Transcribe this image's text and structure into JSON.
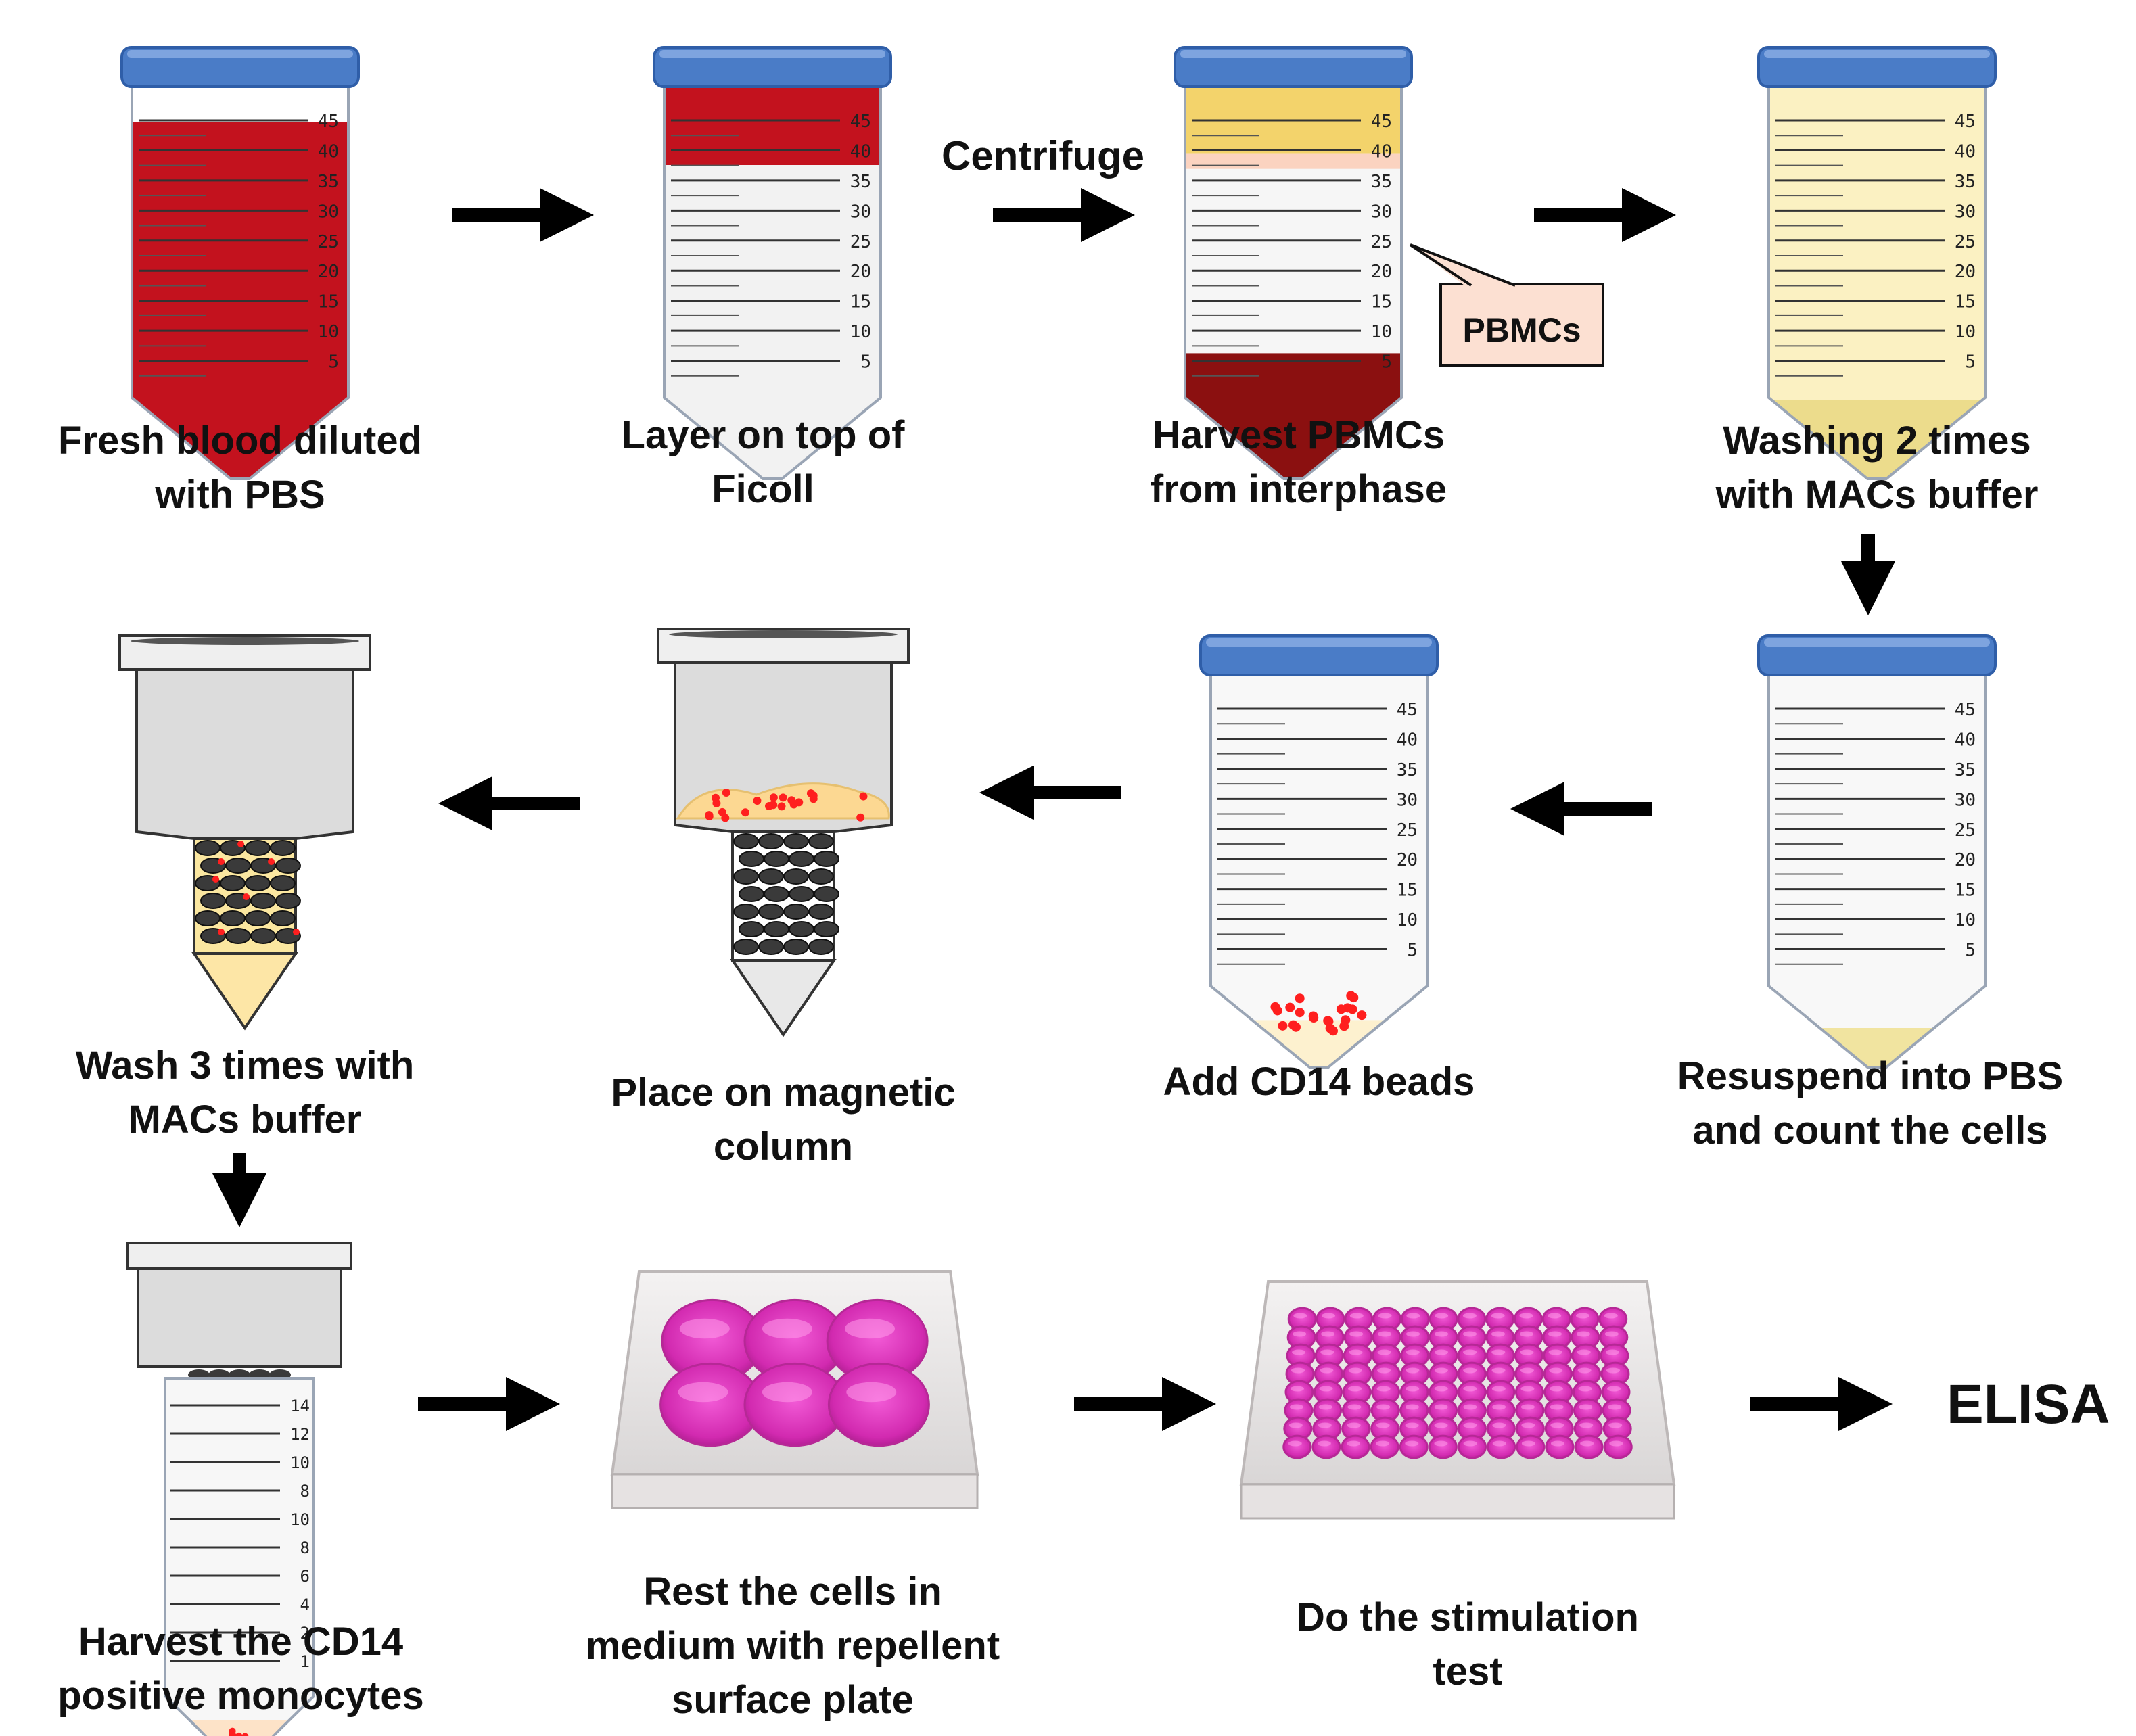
{
  "tube_scale_50ml": [
    "45",
    "40",
    "35",
    "30",
    "25",
    "20",
    "15",
    "10",
    "5"
  ],
  "tube_scale_small": [
    "14",
    "12",
    "10",
    "8",
    "10",
    "8",
    "6",
    "4",
    "2",
    "1"
  ],
  "colors": {
    "cap": "#4a7cc7",
    "blood": "#c3121e",
    "plasma": "#f3d36b",
    "buffer": "#fbf1c2",
    "pellet": "#8b1010",
    "medium": "#e83fc2",
    "bead": "#ff1f1f",
    "arrow": "#000000"
  },
  "steps": [
    {
      "label_lines": [
        "Fresh blood diluted",
        "with PBS"
      ]
    },
    {
      "label_lines": [
        "Layer on top of",
        "Ficoll"
      ]
    },
    {
      "label_lines": [
        "Harvest PBMCs",
        "from interphase"
      ]
    },
    {
      "label_lines": [
        "Washing 2 times",
        "with MACs buffer"
      ]
    },
    {
      "label_lines": [
        "Resuspend into PBS",
        "and count the cells"
      ]
    },
    {
      "label_lines": [
        "Add CD14 beads"
      ]
    },
    {
      "label_lines": [
        "Place on magnetic",
        "column"
      ]
    },
    {
      "label_lines": [
        "Wash 3 times with",
        "MACs buffer"
      ]
    },
    {
      "label_lines": [
        "Harvest the CD14",
        "positive monocytes"
      ]
    },
    {
      "label_lines": [
        "Rest the cells in",
        "medium with repellent",
        "surface plate"
      ]
    },
    {
      "label_lines": [
        "Do the stimulation",
        "test"
      ]
    }
  ],
  "centrifuge_label": "Centrifuge",
  "pbmc_callout": "PBMCs",
  "final_label": "ELISA",
  "plates": [
    {
      "rows": 2,
      "cols": 3
    },
    {
      "rows": 8,
      "cols": 12
    }
  ]
}
